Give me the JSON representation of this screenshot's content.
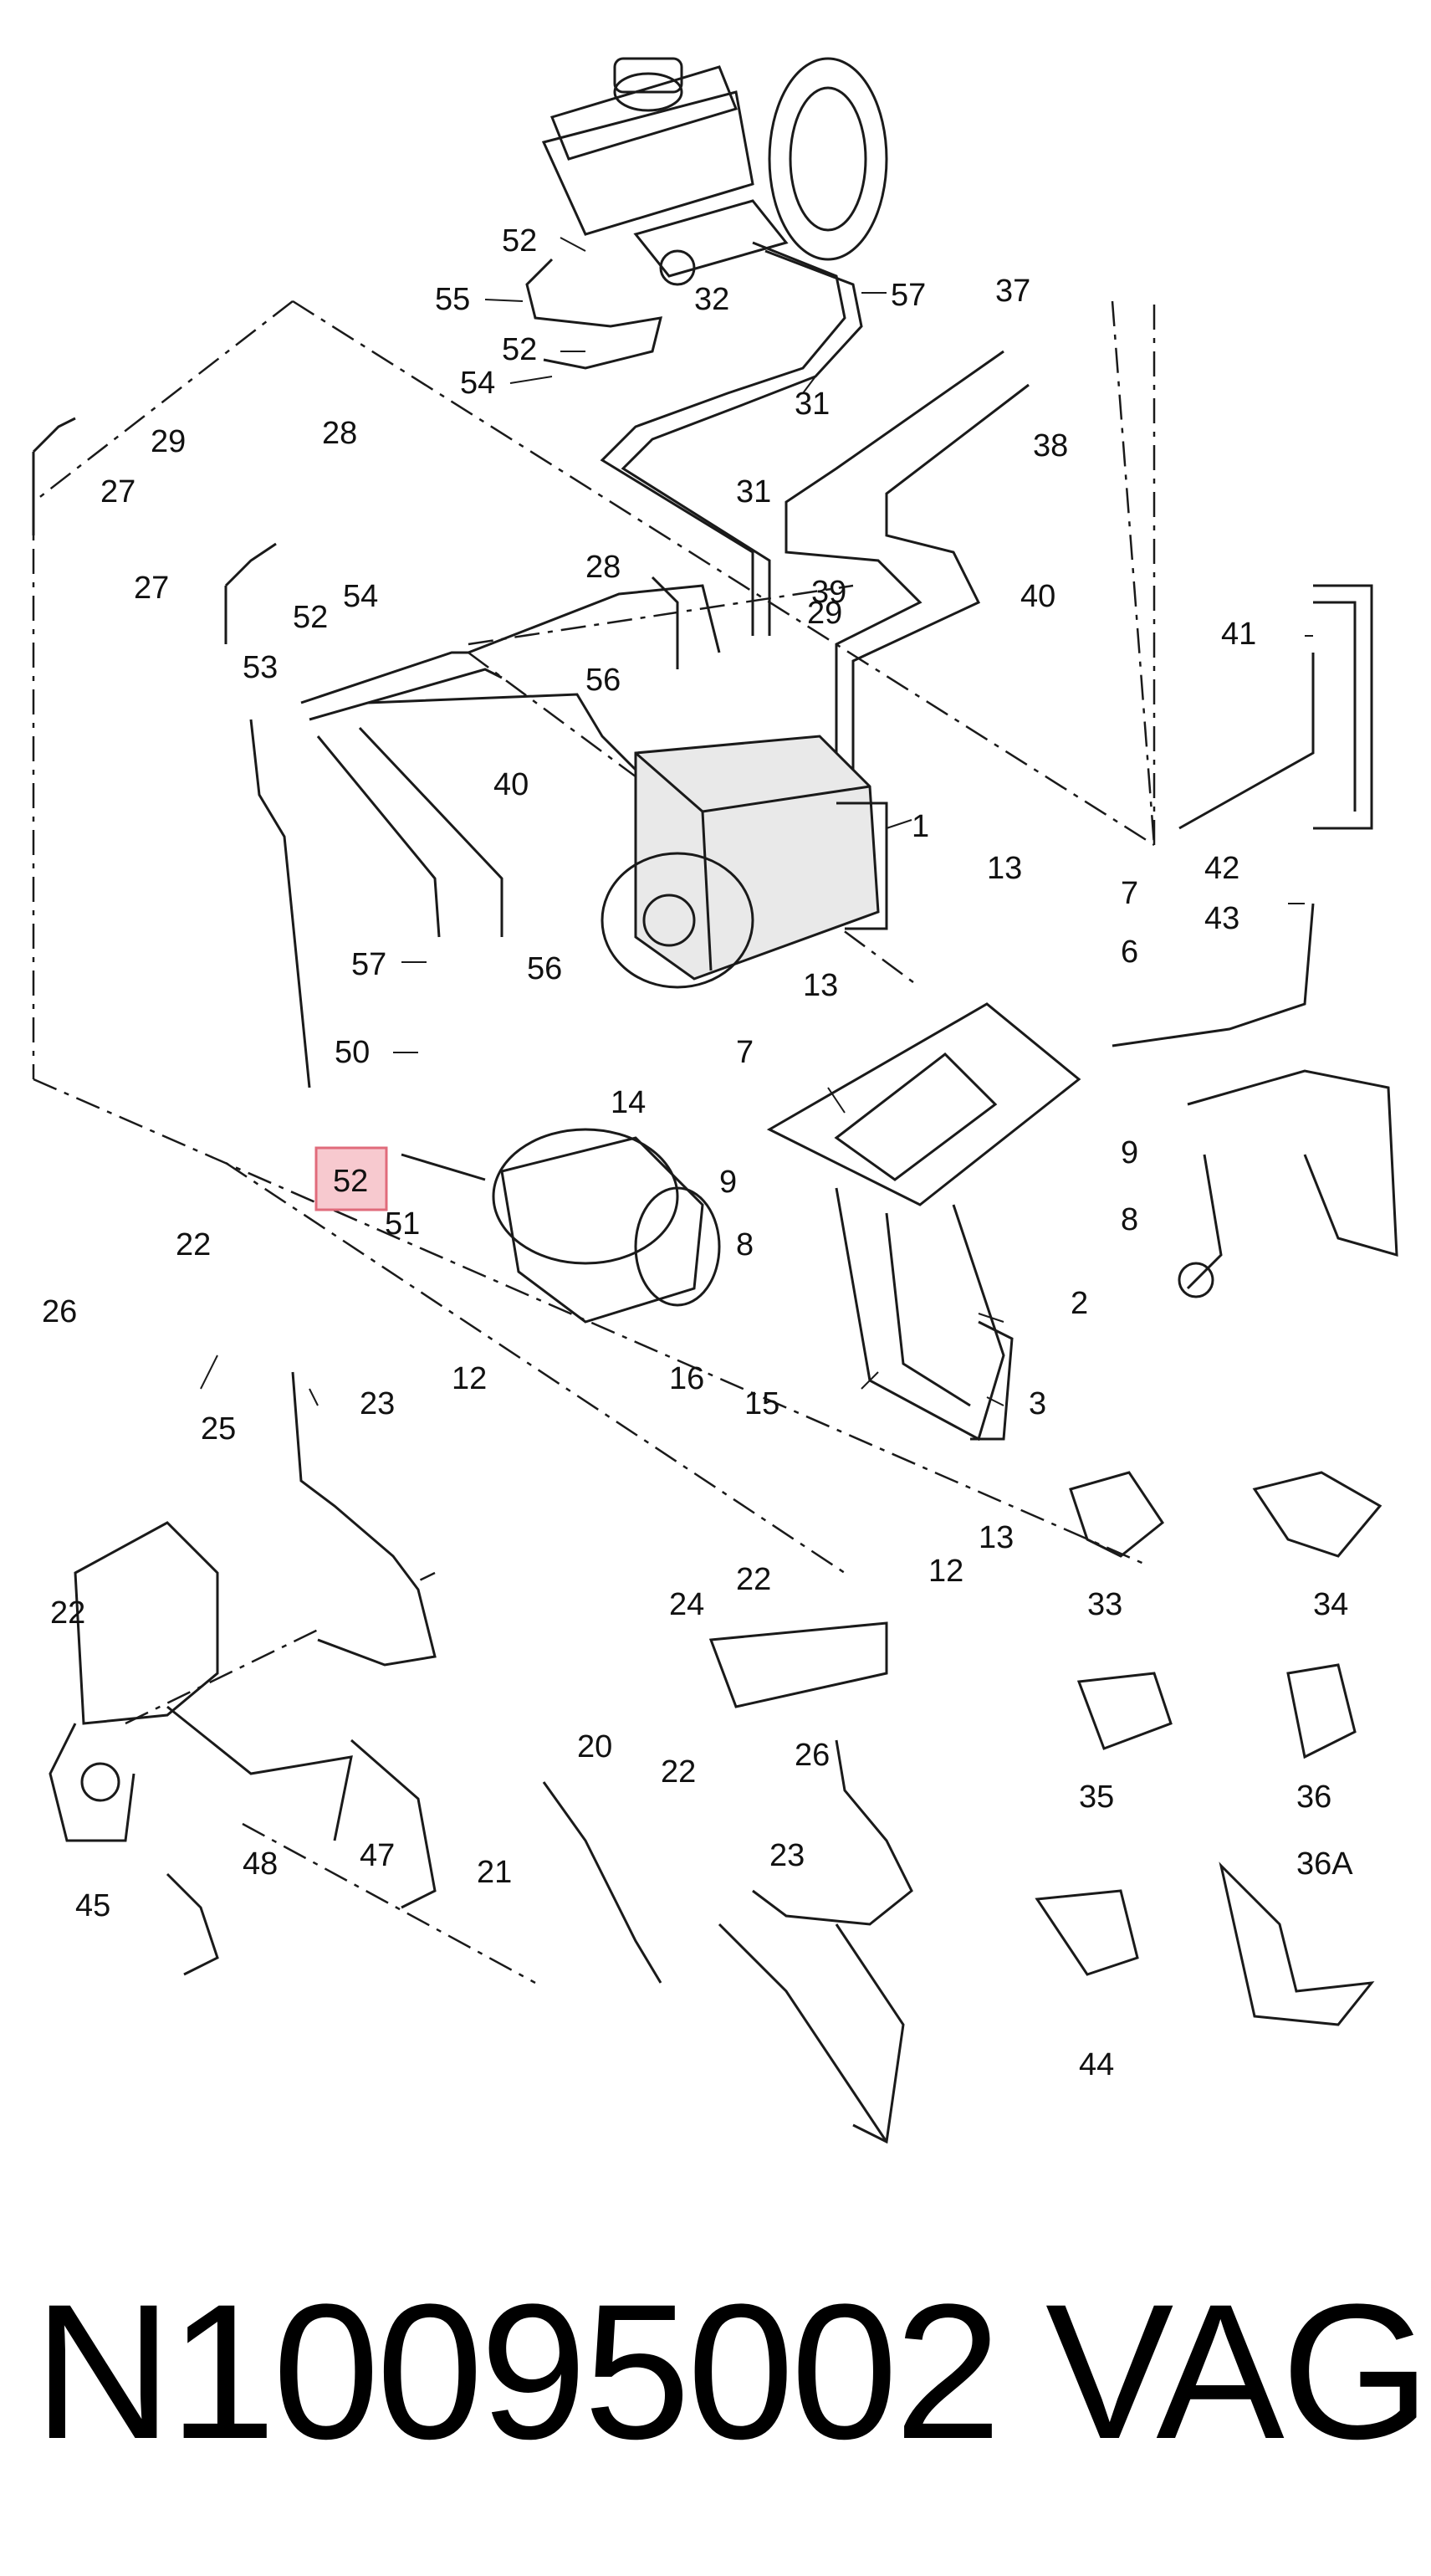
{
  "highlight_label": "52",
  "labels": [
    "1",
    "2",
    "3",
    "6",
    "7",
    "7",
    "8",
    "8",
    "9",
    "9",
    "12",
    "12",
    "13",
    "13",
    "13",
    "14",
    "15",
    "16",
    "20",
    "21",
    "22",
    "22",
    "22",
    "22",
    "23",
    "23",
    "24",
    "25",
    "26",
    "26",
    "27",
    "27",
    "28",
    "28",
    "29",
    "29",
    "31",
    "31",
    "32",
    "33",
    "34",
    "35",
    "36",
    "36A",
    "37",
    "38",
    "39",
    "40",
    "40",
    "41",
    "42",
    "43",
    "44",
    "45",
    "47",
    "48",
    "50",
    "51",
    "52",
    "52",
    "52",
    "53",
    "54",
    "54",
    "55",
    "56",
    "56",
    "57",
    "57"
  ],
  "footer": {
    "part_number": "N10095002",
    "brand": "VAG"
  },
  "colors": {
    "highlight_fill": "#f7c9cf",
    "highlight_stroke": "#e06b7b",
    "line": "#1a1a1a"
  }
}
